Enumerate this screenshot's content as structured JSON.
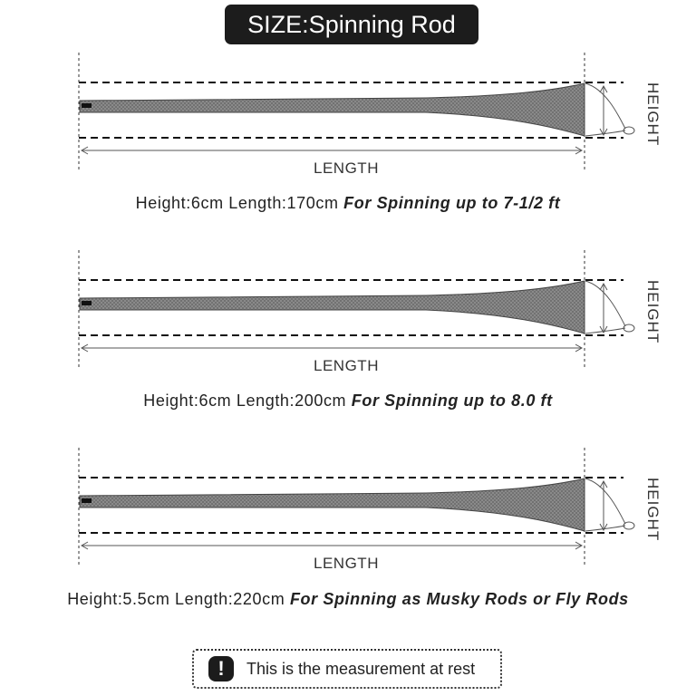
{
  "title": "SIZE:Spinning Rod",
  "length_label": "LENGTH",
  "height_label": "HEIGHT",
  "sizes": [
    {
      "spec": "Height:6cm Length:170cm",
      "use": "For Spinning up to 7-1/2 ft"
    },
    {
      "spec": "Height:6cm Length:200cm",
      "use": "For Spinning up to 8.0 ft"
    },
    {
      "spec": "Height:5.5cm Length:220cm",
      "use": "For Spinning as Musky Rods or Fly Rods"
    }
  ],
  "note": {
    "icon": "exclamation-icon",
    "symbol": "!",
    "text": "This is the measurement at rest"
  }
}
